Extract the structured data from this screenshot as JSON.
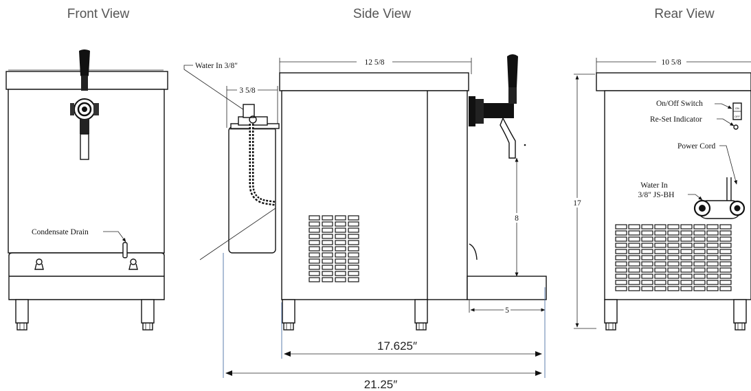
{
  "views": {
    "front_title": "Front View",
    "side_title": "Side View",
    "rear_title": "Rear View"
  },
  "labels": {
    "condensate_drain": "Condensate Drain",
    "water_in_side": "Water In 3/8\"",
    "dim_3_5_8": "3 5/8",
    "dim_12_5_8": "12 5/8",
    "dim_8": "8",
    "dim_5": "5",
    "dim_10_5_8": "10 5/8",
    "dim_17": "17",
    "on_off_switch": "On/Off Switch",
    "reset_indicator": "Re-Set Indicator",
    "power_cord": "Power Cord",
    "water_in_rear_1": "Water In",
    "water_in_rear_2": "3/8\" JS-BH",
    "switch_on": "ON",
    "switch_off": "OFF"
  },
  "overall": {
    "dim_a": "17.625″",
    "dim_b": "21.25″"
  }
}
